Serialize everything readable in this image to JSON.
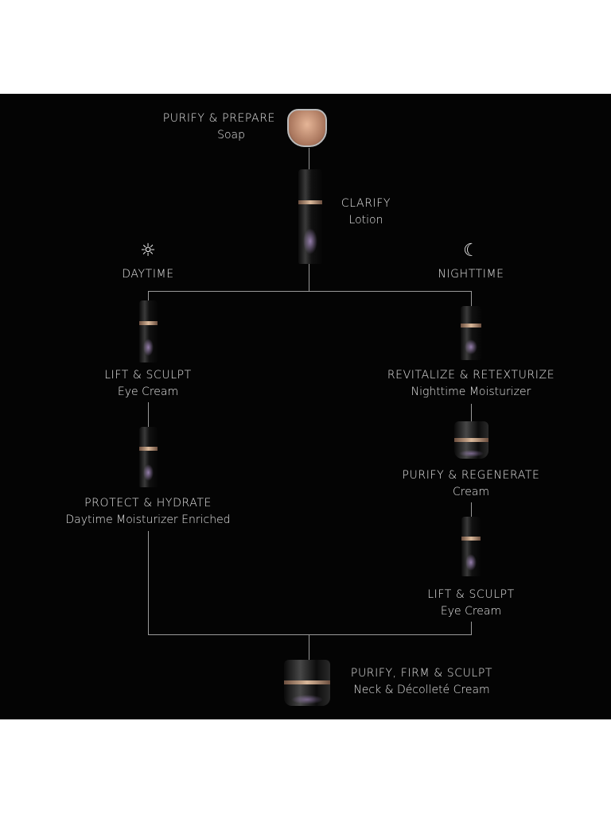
{
  "steps": {
    "purify_prepare": {
      "title": "PURIFY & PREPARE",
      "product": "Soap"
    },
    "clarify": {
      "title": "CLARIFY",
      "product": "Lotion"
    },
    "daytime_label": "DAYTIME",
    "nighttime_label": "NIGHTTIME",
    "day_lift": {
      "title": "LIFT & SCULPT",
      "product": "Eye Cream"
    },
    "day_protect": {
      "title": "PROTECT & HYDRATE",
      "product": "Daytime Moisturizer Enriched"
    },
    "night_revitalize": {
      "title": "REVITALIZE & RETEXTURIZE",
      "product": "Nighttime Moisturizer"
    },
    "night_regenerate": {
      "title": "PURIFY & REGENERATE",
      "product": "Cream"
    },
    "night_lift": {
      "title": "LIFT & SCULPT",
      "product": "Eye Cream"
    },
    "final": {
      "title": "PURIFY, FIRM & SCULPT",
      "product": "Neck & Décolleté Cream"
    }
  },
  "icons": {
    "day": "sun-icon",
    "night": "moon-icon"
  },
  "colors": {
    "background": "#040404",
    "text": "#e4e4e4",
    "line": "#9a9a9a"
  }
}
